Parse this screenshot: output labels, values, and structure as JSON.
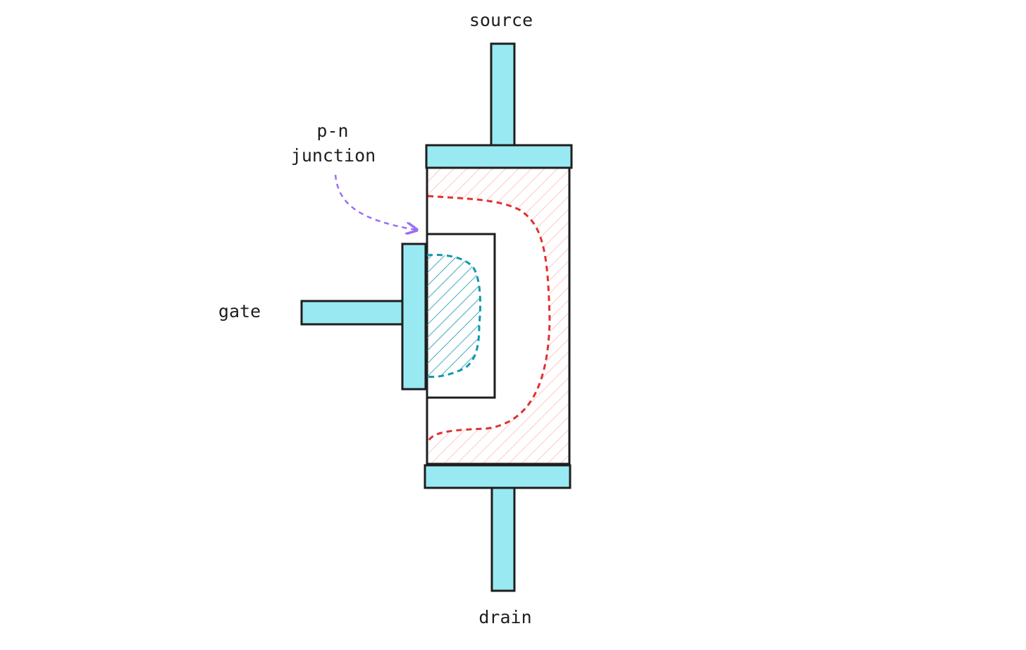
{
  "labels": {
    "source": "source",
    "drain": "drain",
    "gate": "gate",
    "junction_line1": "p-n",
    "junction_line2": "junction"
  },
  "colors": {
    "terminal_fill": "#99e9f2",
    "outline": "#1e1e1e",
    "channel_depletion": "#e03131",
    "channel_hatch": "#ffc9c9",
    "gate_depletion": "#1098ad",
    "gate_hatch": "#1098ad",
    "arrow": "#9b6ef3"
  }
}
